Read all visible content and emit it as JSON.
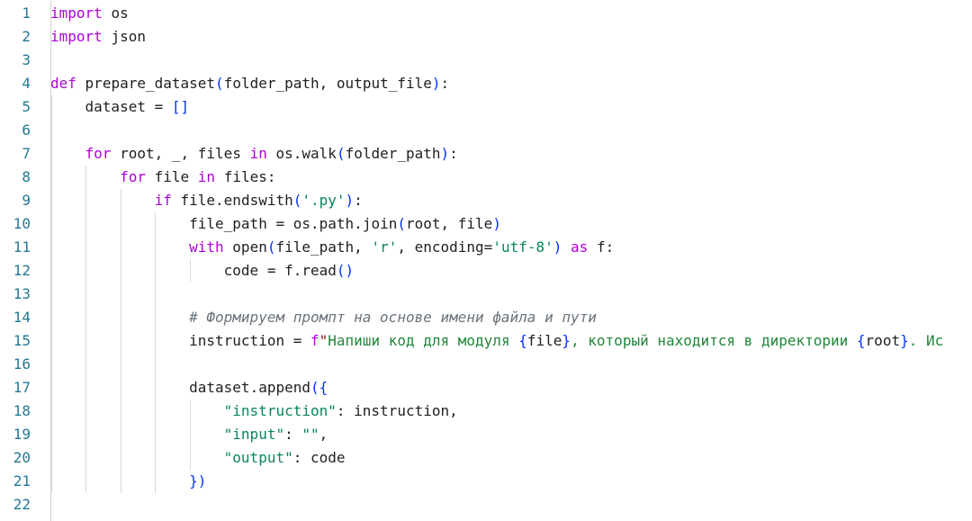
{
  "editor": {
    "lines": [
      {
        "n": "1",
        "text": "import os"
      },
      {
        "n": "2",
        "text": "import json"
      },
      {
        "n": "3",
        "text": ""
      },
      {
        "n": "4",
        "text": "def prepare_dataset(folder_path, output_file):"
      },
      {
        "n": "5",
        "text": "    dataset = []"
      },
      {
        "n": "6",
        "text": ""
      },
      {
        "n": "7",
        "text": "    for root, _, files in os.walk(folder_path):"
      },
      {
        "n": "8",
        "text": "        for file in files:"
      },
      {
        "n": "9",
        "text": "            if file.endswith('.py'):"
      },
      {
        "n": "10",
        "text": "                file_path = os.path.join(root, file)"
      },
      {
        "n": "11",
        "text": "                with open(file_path, 'r', encoding='utf-8') as f:"
      },
      {
        "n": "12",
        "text": "                    code = f.read()"
      },
      {
        "n": "13",
        "text": ""
      },
      {
        "n": "14",
        "text": "                # Формируем промпт на основе имени файла и пути"
      },
      {
        "n": "15",
        "text": "                instruction = f\"Напиши код для модуля {file}, который находится в директории {root}. Ис"
      },
      {
        "n": "16",
        "text": ""
      },
      {
        "n": "17",
        "text": "                dataset.append({"
      },
      {
        "n": "18",
        "text": "                    \"instruction\": instruction,"
      },
      {
        "n": "19",
        "text": "                    \"input\": \"\","
      },
      {
        "n": "20",
        "text": "                    \"output\": code"
      },
      {
        "n": "21",
        "text": "                })"
      },
      {
        "n": "22",
        "text": ""
      }
    ]
  },
  "colors": {
    "keyword": "#af00db",
    "line_number": "#237893",
    "string": "#a31515",
    "comment": "#6a737d",
    "bracket": "#0431fa",
    "background": "#ffffff"
  }
}
